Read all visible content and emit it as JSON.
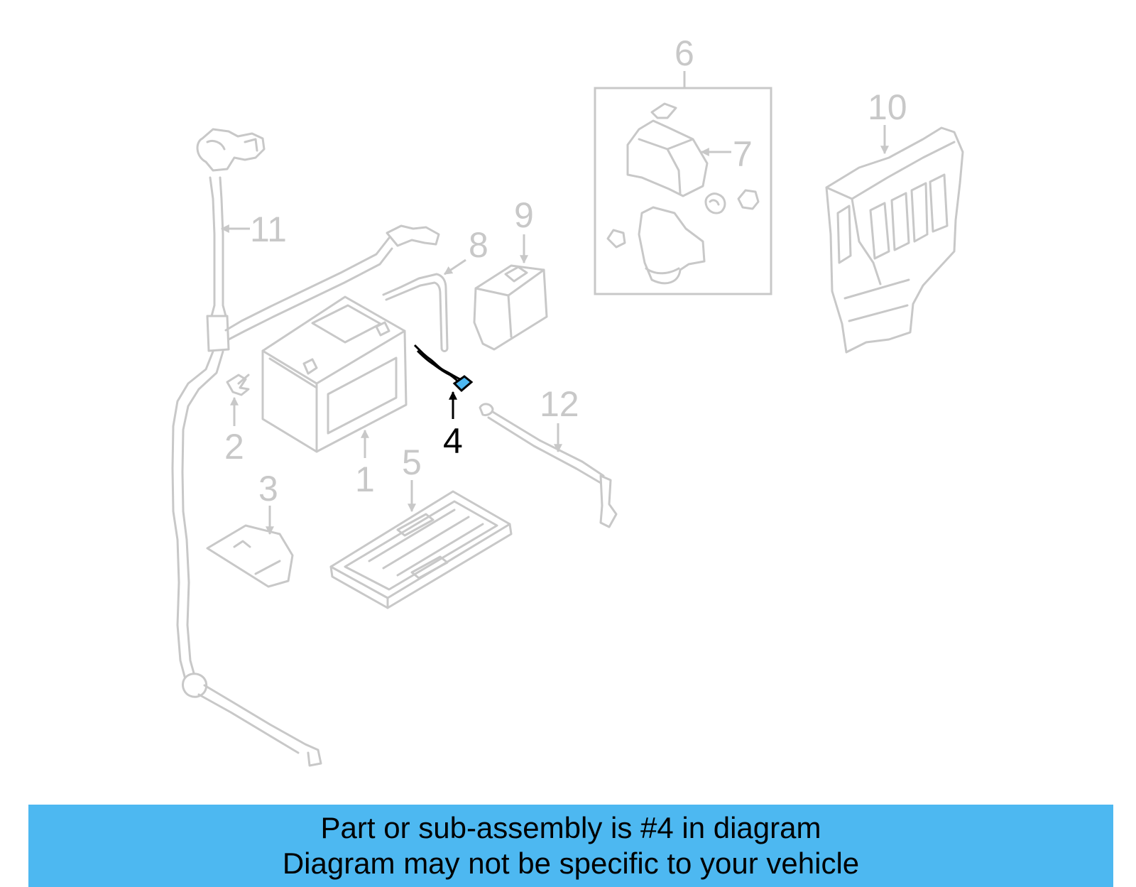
{
  "diagram": {
    "highlight_color": "#4db8f1",
    "highlighted_part": "4",
    "callouts": [
      "1",
      "2",
      "3",
      "4",
      "5",
      "6",
      "7",
      "8",
      "9",
      "10",
      "11",
      "12"
    ]
  },
  "banner": {
    "background": "#4db8f1",
    "line1": "Part or sub-assembly is #4 in diagram",
    "line2": "Diagram may not be specific to your vehicle"
  }
}
